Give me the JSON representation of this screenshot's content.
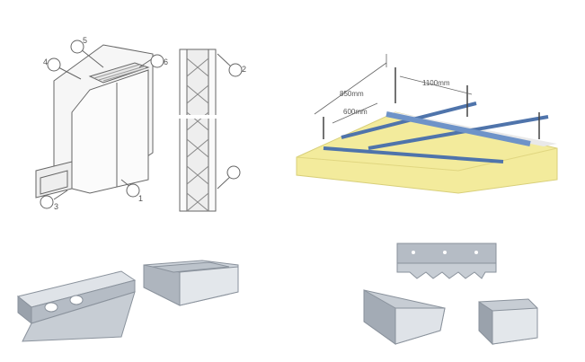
{
  "wall_section": {
    "callouts": [
      "1",
      "2",
      "3",
      "4",
      "5",
      "6"
    ]
  },
  "ceiling": {
    "dim_a": "850mm",
    "dim_b": "1100mm",
    "dim_c": "600mm",
    "insulation_color": "#f3eb9c",
    "profile_color": "#6e93c8"
  },
  "profiles": {
    "metal_light": "#dfe3e8",
    "metal_mid": "#b5bcc5",
    "metal_dark": "#8a929c"
  }
}
